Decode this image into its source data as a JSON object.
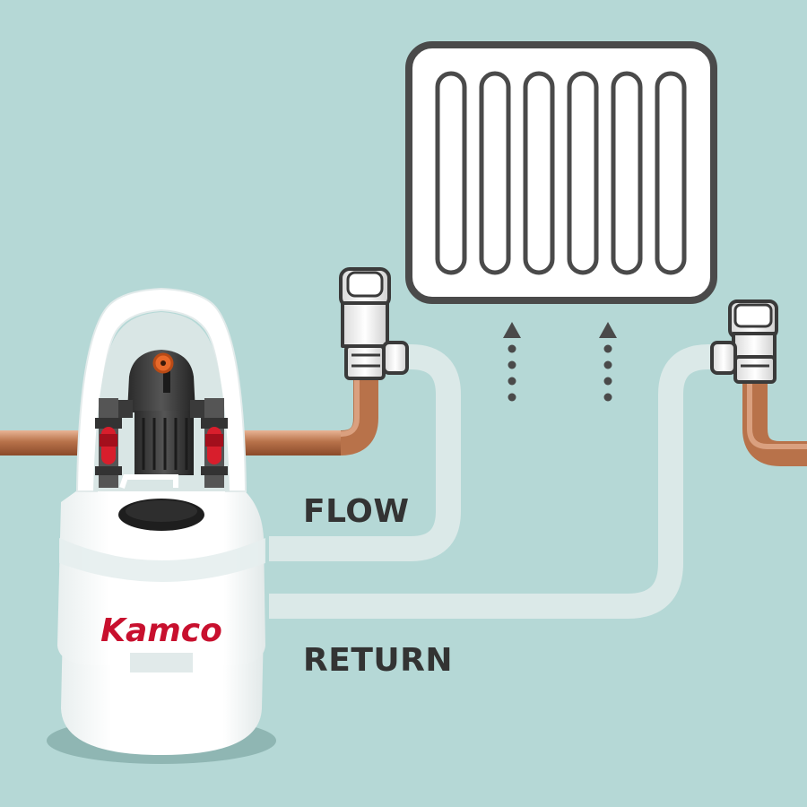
{
  "labels": {
    "flow": "FLOW",
    "return": "RETURN"
  },
  "brand": {
    "name": "Kamco",
    "color": "#c8102e"
  },
  "colors": {
    "background": "#b5d8d6",
    "hose": "#dbe9e8",
    "copper": "#b8724a",
    "radiator_outline": "#4a4a4a",
    "valve_handle": "#d81e2c",
    "knob": "#e8692a",
    "label_text": "#333333"
  },
  "icons": {
    "heat_arrow": "arrow-up-dotted-icon",
    "valve": "radiator-valve-icon",
    "ball_valve": "red-ball-valve-icon"
  }
}
